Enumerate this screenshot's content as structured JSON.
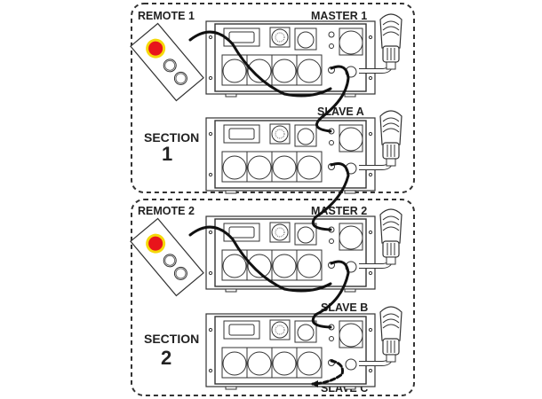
{
  "sections": [
    {
      "remote_label": "REMOTE 1",
      "section_label": "SECTION",
      "section_number": "1",
      "units": [
        {
          "label": "MASTER 1",
          "role": "master"
        },
        {
          "label": "SLAVE A",
          "role": "slave"
        }
      ]
    },
    {
      "remote_label": "REMOTE 2",
      "section_label": "SECTION",
      "section_number": "2",
      "units": [
        {
          "label": "MASTER 2",
          "role": "master"
        },
        {
          "label": "SLAVE B",
          "role": "slave"
        }
      ],
      "continuation_label": "SLAVE C"
    }
  ],
  "colors": {
    "estop_red": "#e8141b",
    "estop_ring": "#f5d90a",
    "line": "#222222",
    "cable": "#111111"
  }
}
